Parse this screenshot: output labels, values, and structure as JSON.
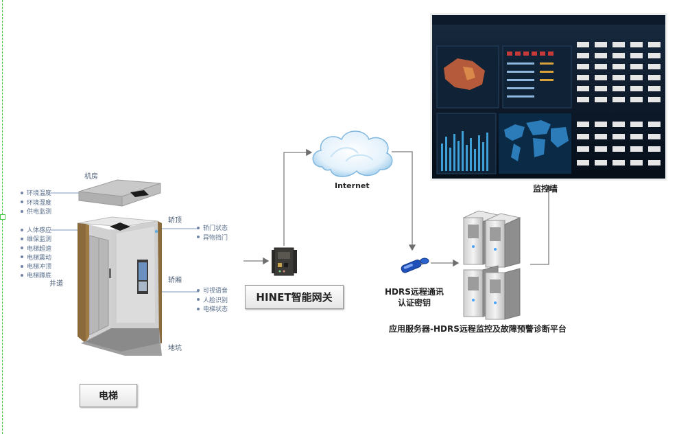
{
  "elevator": {
    "machine_room": "机房",
    "car_top": "轿顶",
    "car": "轿厢",
    "pit": "地坑",
    "shaft": "井道",
    "caption": "电梯",
    "machine_room_sensors": [
      "环境温度",
      "环境湿度",
      "供电监测"
    ],
    "shaft_sensors": [
      "人体感应",
      "维保监测",
      "电梯超速",
      "电梯震动",
      "电梯冲顶",
      "电梯蹲底"
    ],
    "car_top_sensors": [
      "轿门状态",
      "异物挡门"
    ],
    "car_sensors": [
      "可视语音",
      "人脸识别",
      "电梯状态"
    ]
  },
  "gateway": {
    "label": "HINET智能网关"
  },
  "network": {
    "label": "Internet"
  },
  "key": {
    "label_line1": "HDRS远程通讯",
    "label_line2": "认证密钥"
  },
  "server": {
    "caption": "应用服务器-HDRS远程监控及故障预警诊断平台"
  },
  "monitor_wall": {
    "caption": "监控墙"
  }
}
